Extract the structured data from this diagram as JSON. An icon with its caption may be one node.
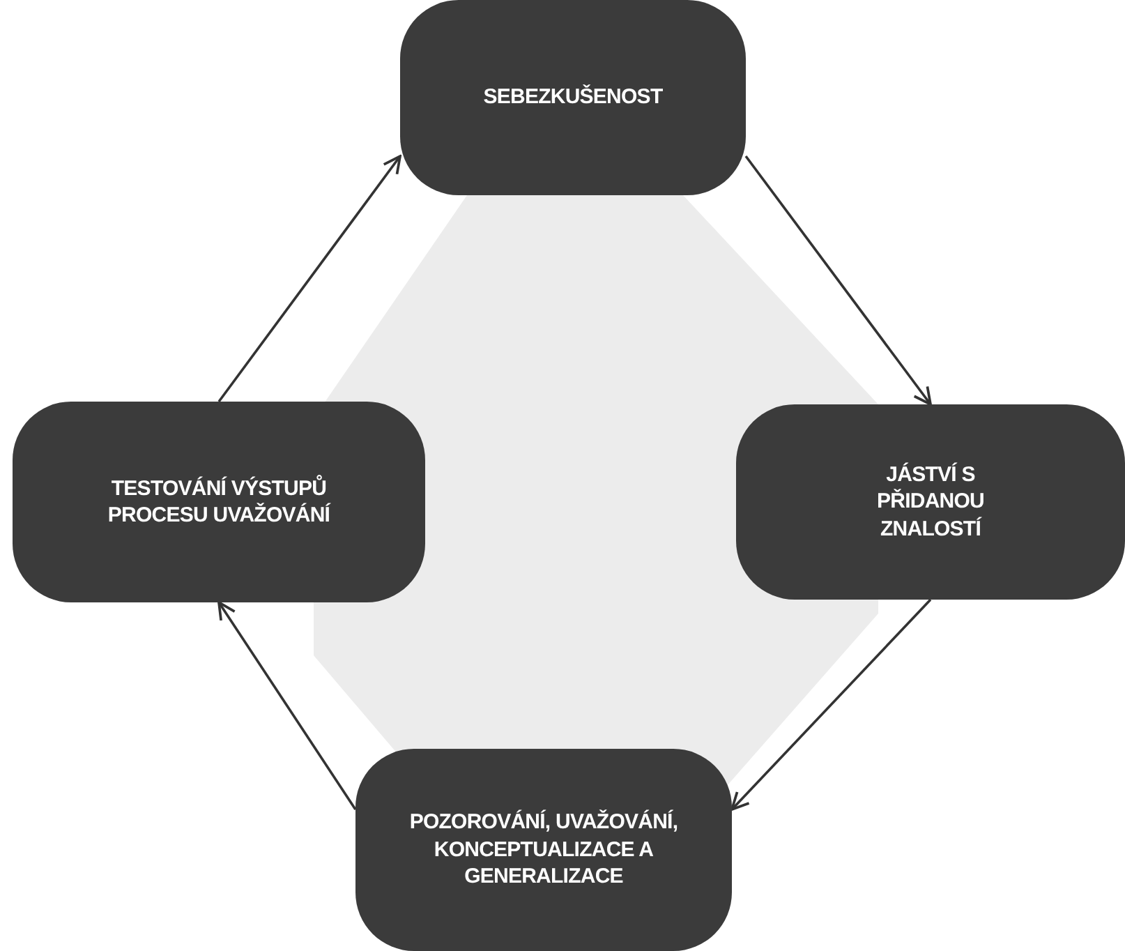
{
  "diagram": {
    "nodes": [
      {
        "text": [
          "SEBEZKUŠENOST"
        ]
      },
      {
        "text": [
          "JÁSTVÍ S PŘIDANOU ZNALOSTÍ"
        ]
      },
      {
        "text": [
          "POZOROVÁNÍ, UVAŽOVÁNÍ, KONCEPTUALIZACE A GENERALIZACE"
        ]
      },
      {
        "text": [
          "TESTOVÁNÍ VÝSTUPŮ PROCESU UVAŽOVÁNÍ"
        ]
      }
    ],
    "edges": [
      {
        "from": 0,
        "to": 1,
        "arrow": "to"
      },
      {
        "from": 1,
        "to": 2,
        "arrow": "to"
      },
      {
        "from": 2,
        "to": 3,
        "arrow": "to"
      },
      {
        "from": 3,
        "to": 0,
        "arrow": "to"
      }
    ]
  }
}
